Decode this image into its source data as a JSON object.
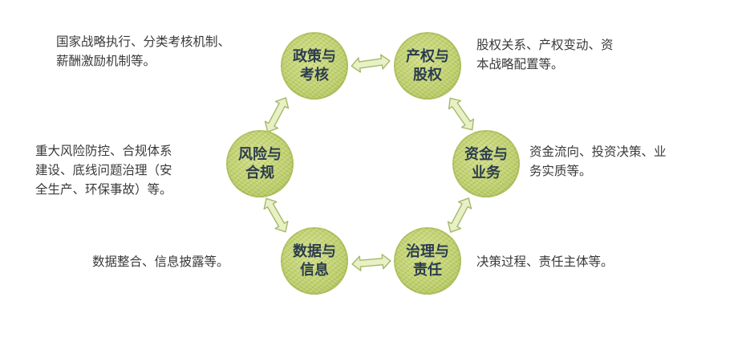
{
  "nodes": {
    "policy": "政策与\n考核",
    "equity": "产权与\n股权",
    "capital": "资金与\n业务",
    "governance": "治理与\n责任",
    "data": "数据与\n信息",
    "risk": "风险与\n合规"
  },
  "descriptions": {
    "policy": [
      "国家战略执行、分类考核机制、",
      "薪酬激励机制等。"
    ],
    "equity": [
      "股权关系、产权变动、资",
      "本战略配置等。"
    ],
    "capital": [
      "资金流向、投资决策、业",
      "务实质等。"
    ],
    "governance": [
      "决策过程、责任主体等。"
    ],
    "data": [
      "数据整合、信息披露等。"
    ],
    "risk": [
      "重大风险防控、合规体系",
      "建设、底线问题治理（安",
      "全生产、环保事故）等。"
    ]
  },
  "colors": {
    "node_fill": "#bfd06e",
    "label_text": "#2b3c4e",
    "description_text": "#3a3a3a",
    "arrow_fill": "#e8f0c6",
    "arrow_stroke": "#a5b86a"
  }
}
